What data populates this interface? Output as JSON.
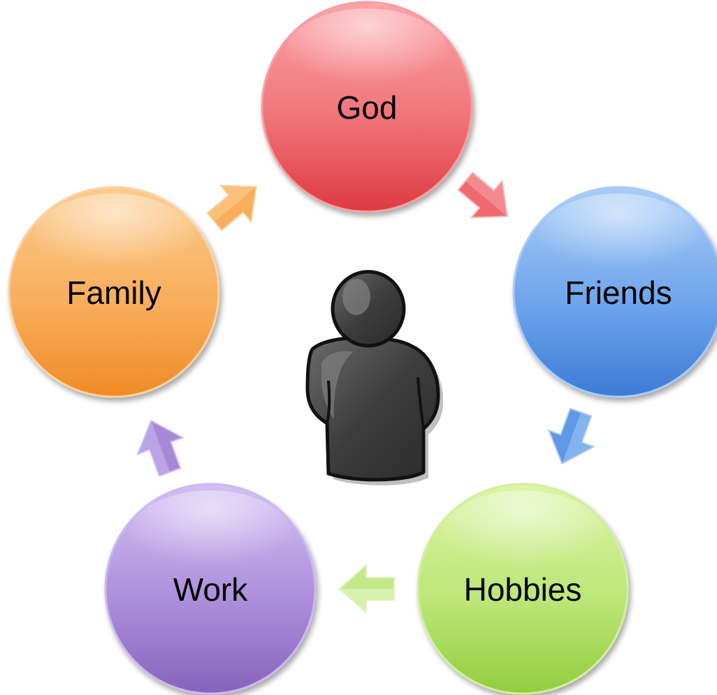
{
  "diagram": {
    "nodes": [
      {
        "id": "god",
        "label": "God",
        "color": "#E8474F"
      },
      {
        "id": "friends",
        "label": "Friends",
        "color": "#4C88D9"
      },
      {
        "id": "hobbies",
        "label": "Hobbies",
        "color": "#9ED34A"
      },
      {
        "id": "work",
        "label": "Work",
        "color": "#9270C2"
      },
      {
        "id": "family",
        "label": "Family",
        "color": "#F5993A"
      }
    ],
    "center_icon": "person-icon",
    "arrows": [
      {
        "from": "god",
        "to": "friends",
        "color": "#E8474F"
      },
      {
        "from": "friends",
        "to": "hobbies",
        "color": "#4C88D9"
      },
      {
        "from": "hobbies",
        "to": "work",
        "color": "#9ED34A"
      },
      {
        "from": "work",
        "to": "family",
        "color": "#9270C2"
      },
      {
        "from": "family",
        "to": "god",
        "color": "#F5993A"
      }
    ]
  }
}
